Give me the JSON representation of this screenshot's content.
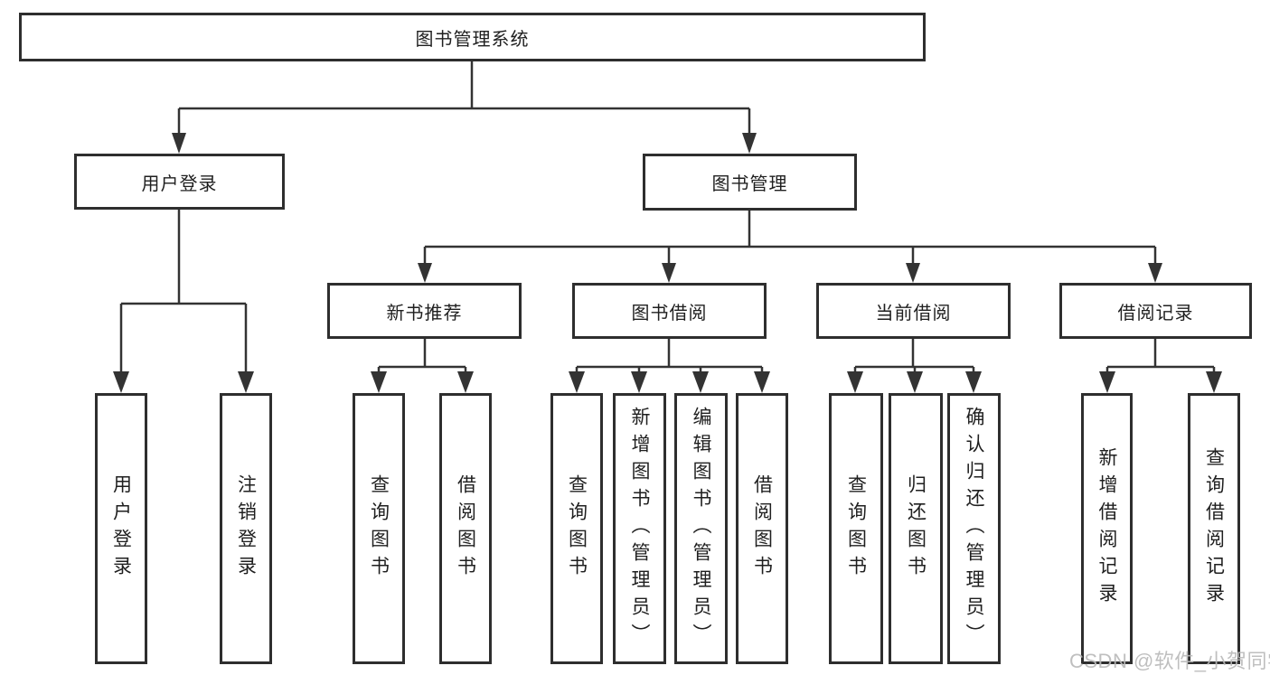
{
  "diagram": {
    "root": {
      "label": "图书管理系统"
    },
    "branches": [
      {
        "label": "用户登录",
        "leaves": [
          {
            "label": "用户登录"
          },
          {
            "label": "注销登录"
          }
        ]
      },
      {
        "label": "图书管理",
        "sections": [
          {
            "label": "新书推荐",
            "leaves": [
              {
                "label": "查询图书"
              },
              {
                "label": "借阅图书"
              }
            ]
          },
          {
            "label": "图书借阅",
            "leaves": [
              {
                "label": "查询图书"
              },
              {
                "label": "新增图书（管理员）"
              },
              {
                "label": "编辑图书（管理员）"
              },
              {
                "label": "借阅图书"
              }
            ]
          },
          {
            "label": "当前借阅",
            "leaves": [
              {
                "label": "查询图书"
              },
              {
                "label": "归还图书"
              },
              {
                "label": "确认归还（管理员）"
              }
            ]
          },
          {
            "label": "借阅记录",
            "leaves": [
              {
                "label": "新增借阅记录"
              },
              {
                "label": "查询借阅记录"
              }
            ]
          }
        ]
      }
    ]
  },
  "watermark": {
    "text": "CSDN @软件_小贺同学"
  },
  "colors": {
    "line": "#333333",
    "box_border": "#2e2e2e",
    "text": "#1f1f1f",
    "background": "#ffffff",
    "watermark": "#b9b9b9"
  }
}
